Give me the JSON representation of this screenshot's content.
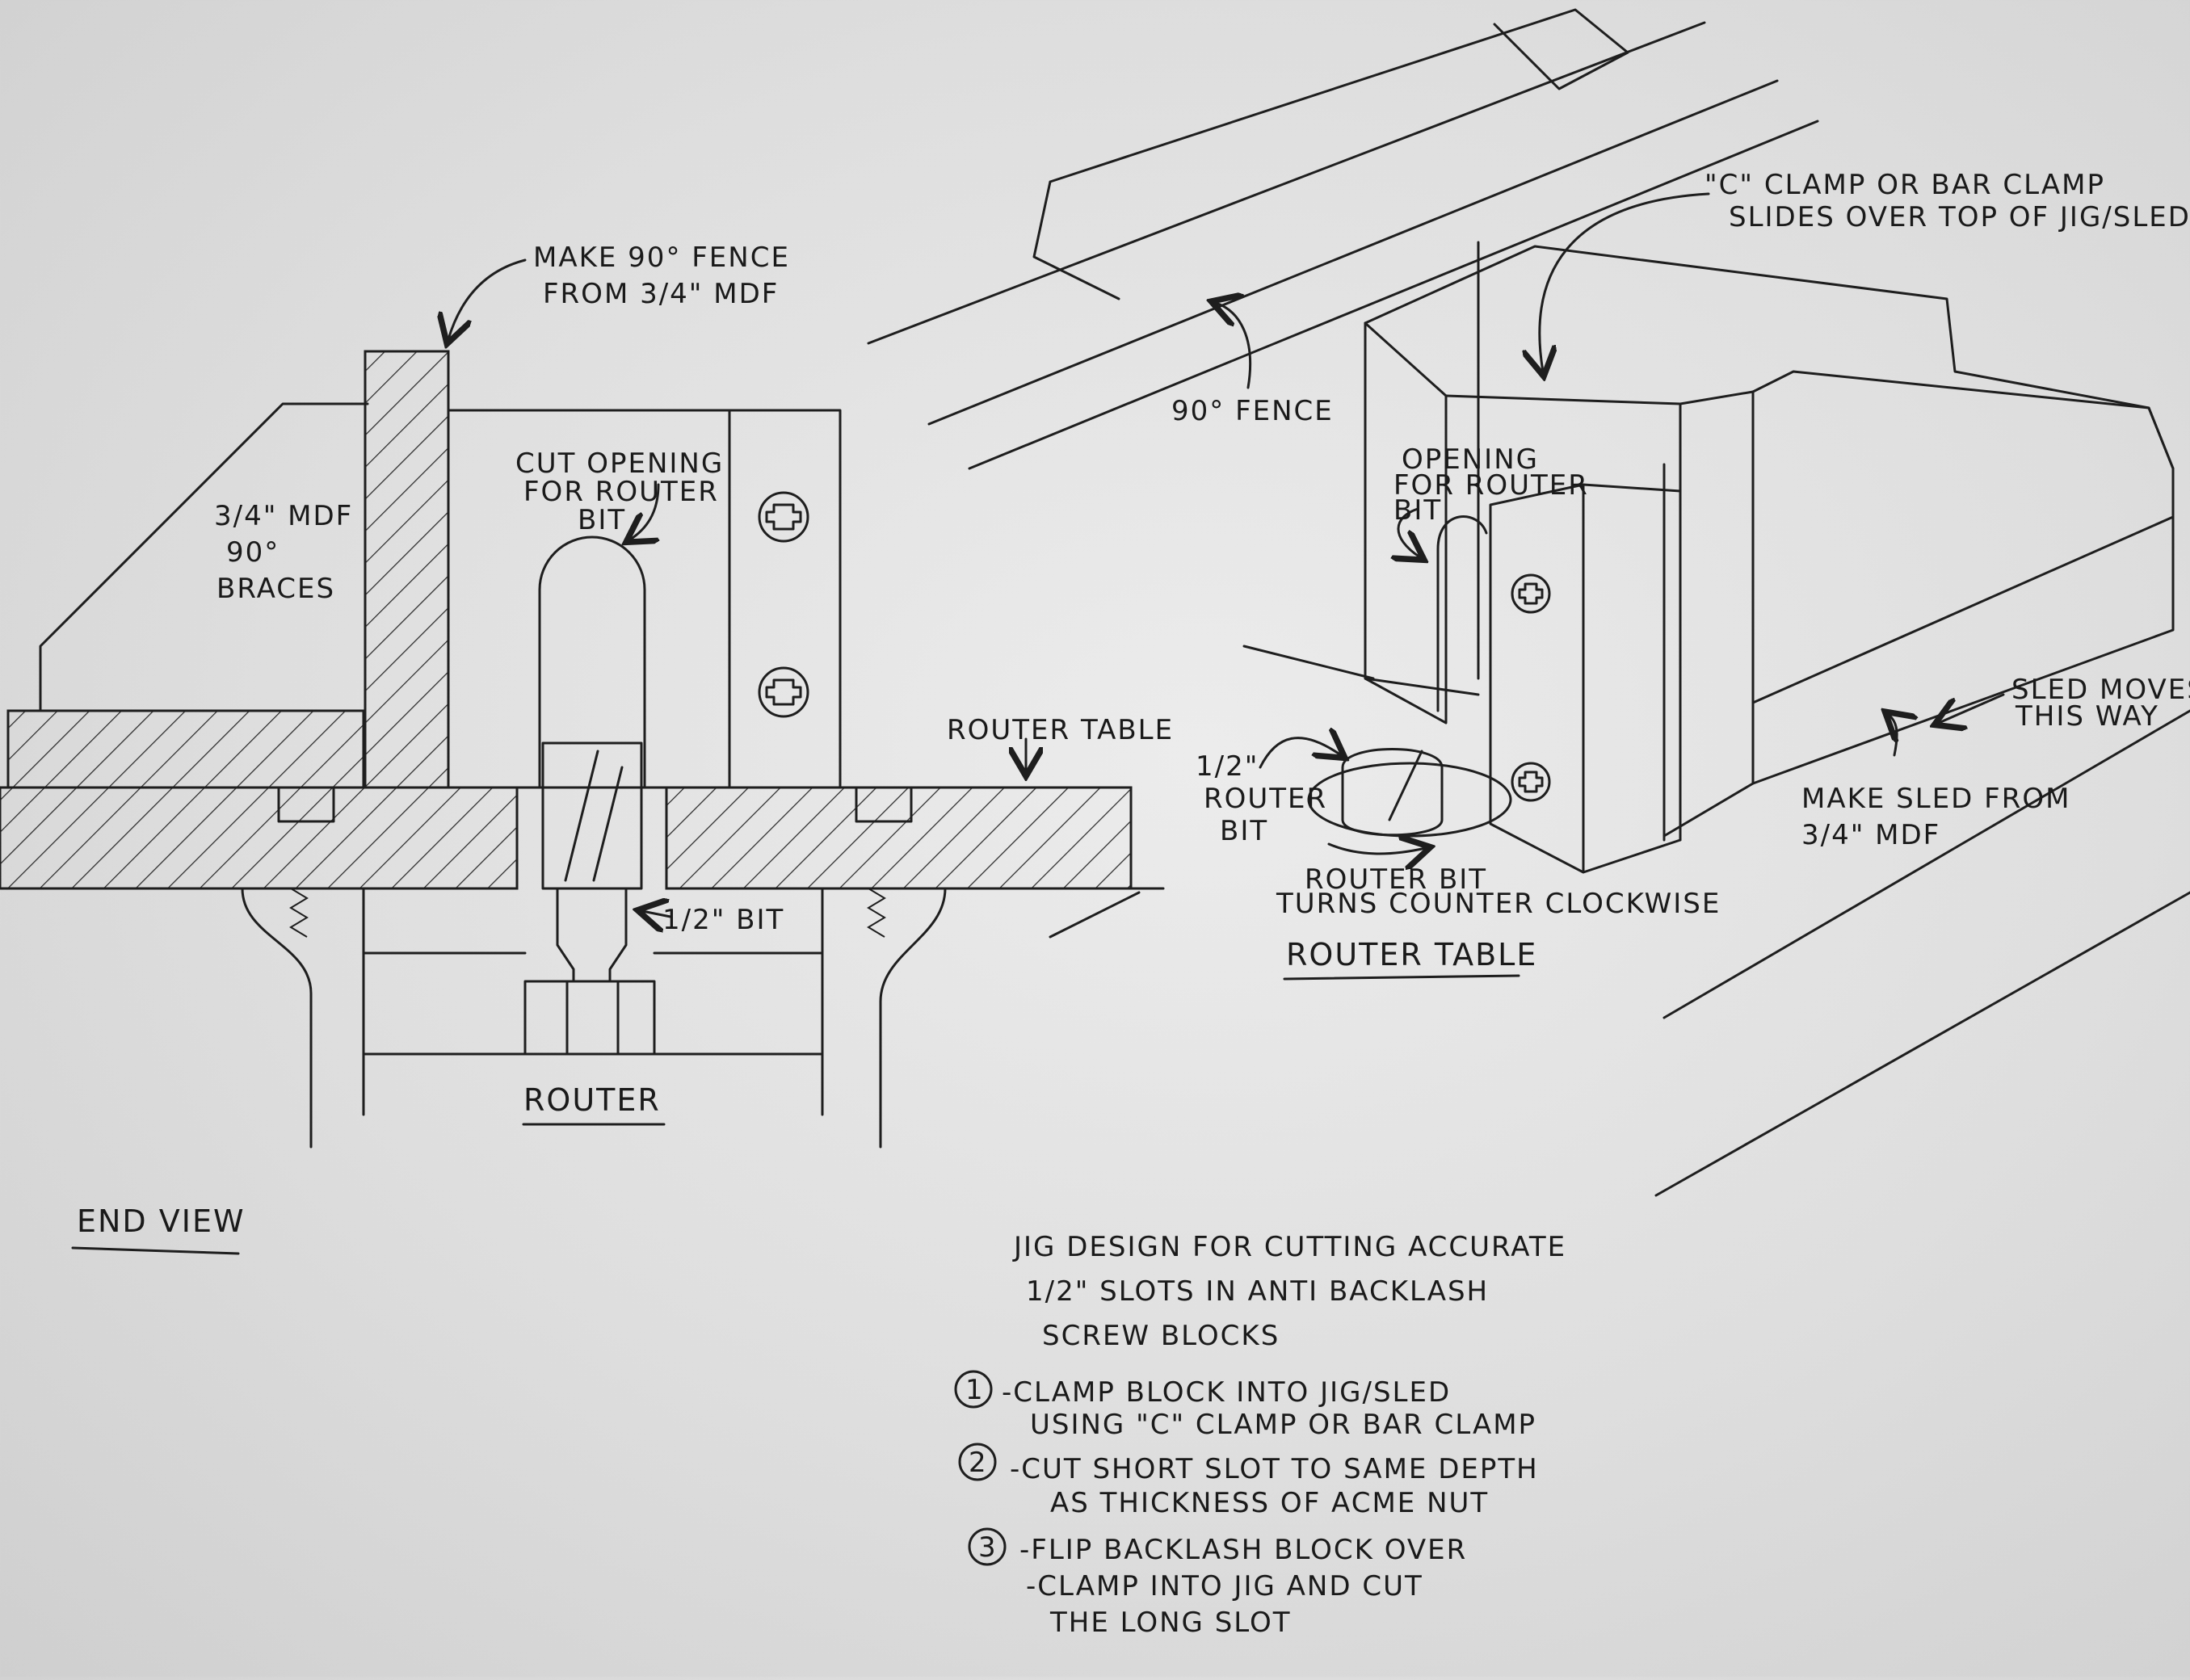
{
  "end_view": {
    "fence_note_line1": "MAKE 90° FENCE",
    "fence_note_line2": "FROM 3/4\" MDF",
    "brace_line1": "3/4\" MDF",
    "brace_line2": "90°",
    "brace_line3": "BRACES",
    "opening_line1": "CUT OPENING",
    "opening_line2": "FOR ROUTER",
    "opening_line3": "BIT",
    "router_table": "ROUTER TABLE",
    "bit": "1/2\" BIT",
    "router": "ROUTER",
    "title": "END VIEW"
  },
  "iso_view": {
    "clamp_line1": "\"C\" CLAMP OR BAR CLAMP",
    "clamp_line2": "SLIDES OVER TOP OF JIG/SLED",
    "fence": "90° FENCE",
    "opening_line1": "OPENING",
    "opening_line2": "FOR ROUTER",
    "opening_line3": "BIT",
    "bit_line1": "1/2\"",
    "bit_line2": "ROUTER",
    "bit_line3": "BIT",
    "turns_line1": "ROUTER BIT",
    "turns_line2": "TURNS COUNTER CLOCKWISE",
    "table": "ROUTER TABLE",
    "sled_moves_line1": "SLED MOVES",
    "sled_moves_line2": "THIS WAY",
    "make_sled_line1": "MAKE SLED FROM",
    "make_sled_line2": "3/4\" MDF"
  },
  "notes": {
    "title_line1": "JIG DESIGN FOR CUTTING ACCURATE",
    "title_line2": "1/2\" SLOTS IN ANTI BACKLASH",
    "title_line3": "SCREW BLOCKS",
    "step1_num": "1",
    "step1_line1": "-CLAMP BLOCK INTO JIG/SLED",
    "step1_line2": "USING \"C\" CLAMP OR BAR CLAMP",
    "step2_num": "2",
    "step2_line1": "-CUT SHORT SLOT TO SAME DEPTH",
    "step2_line2": "AS THICKNESS OF ACME NUT",
    "step3_num": "3",
    "step3_line1": "-FLIP BACKLASH BLOCK OVER",
    "step3_line2": "-CLAMP INTO JIG AND CUT",
    "step3_line3": "THE LONG SLOT"
  }
}
